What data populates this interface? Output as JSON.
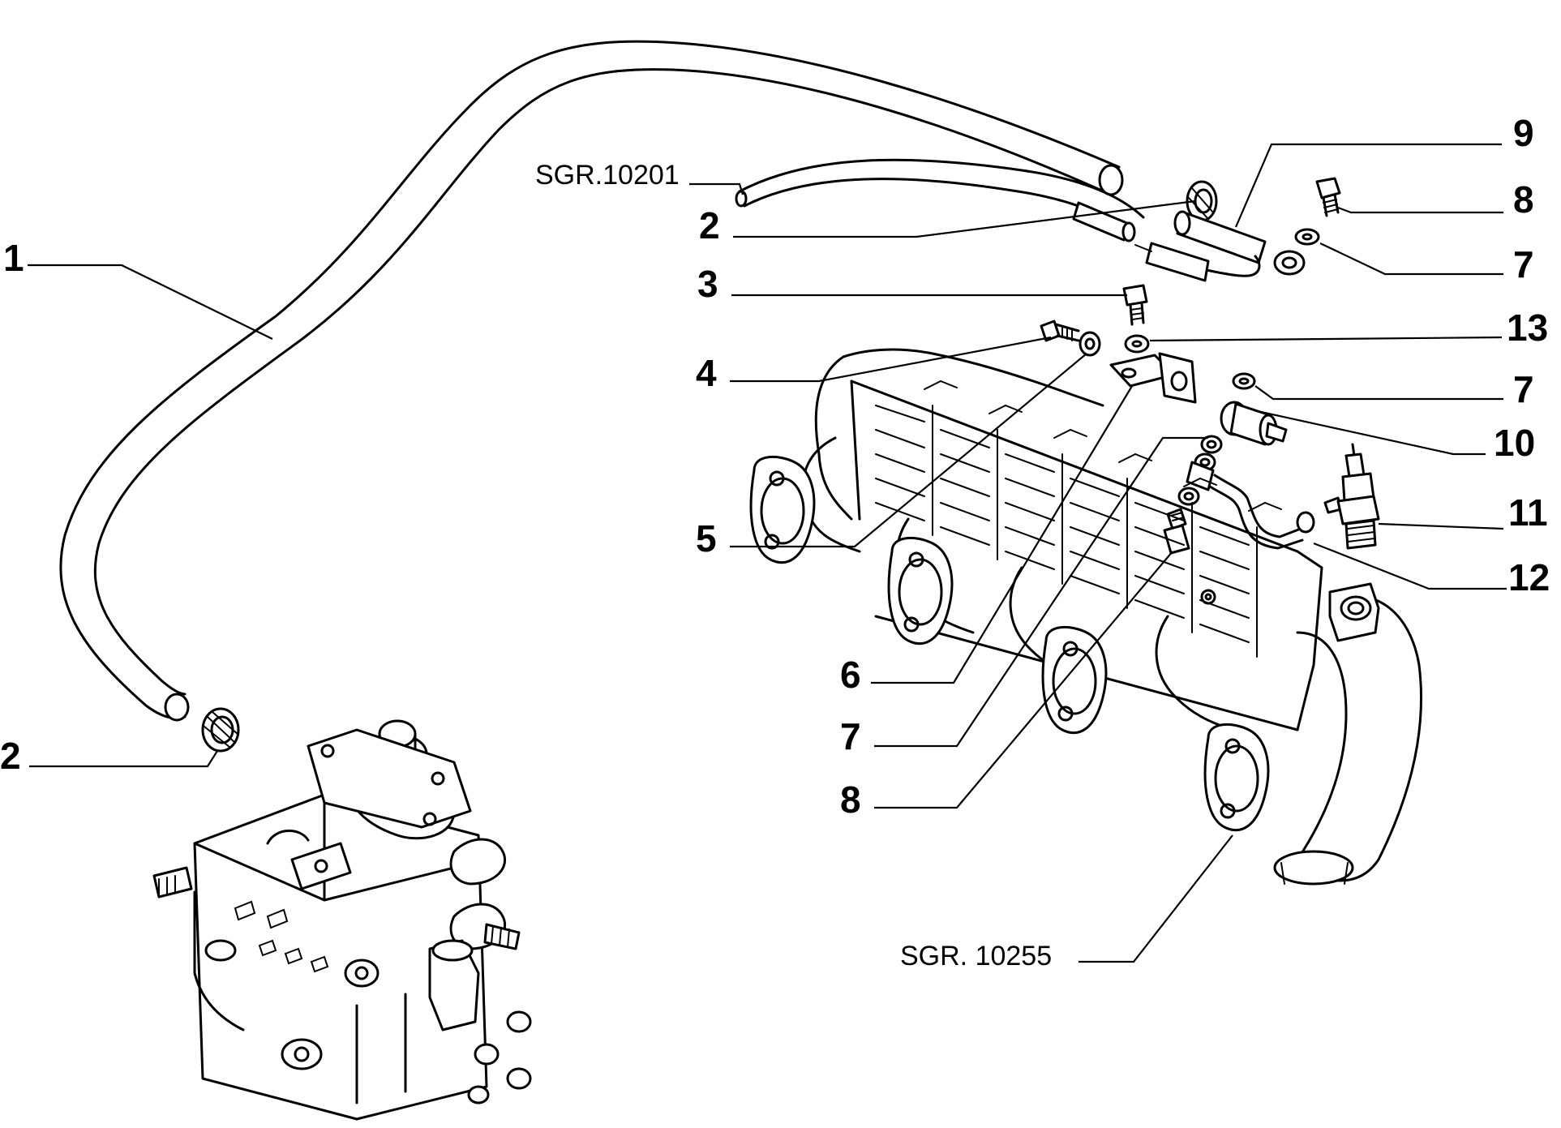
{
  "labels": {
    "l1": "1",
    "l2a": "2",
    "l2b": "2",
    "l3": "3",
    "l4": "4",
    "l5": "5",
    "l6": "6",
    "l7a": "7",
    "l7b": "7",
    "l7c": "7",
    "l8a": "8",
    "l8b": "8",
    "l9": "9",
    "l10": "10",
    "l11": "11",
    "l12": "12",
    "l13": "13"
  },
  "refs": {
    "sgr_top": "SGR.10201",
    "sgr_bottom": "SGR. 10255"
  }
}
